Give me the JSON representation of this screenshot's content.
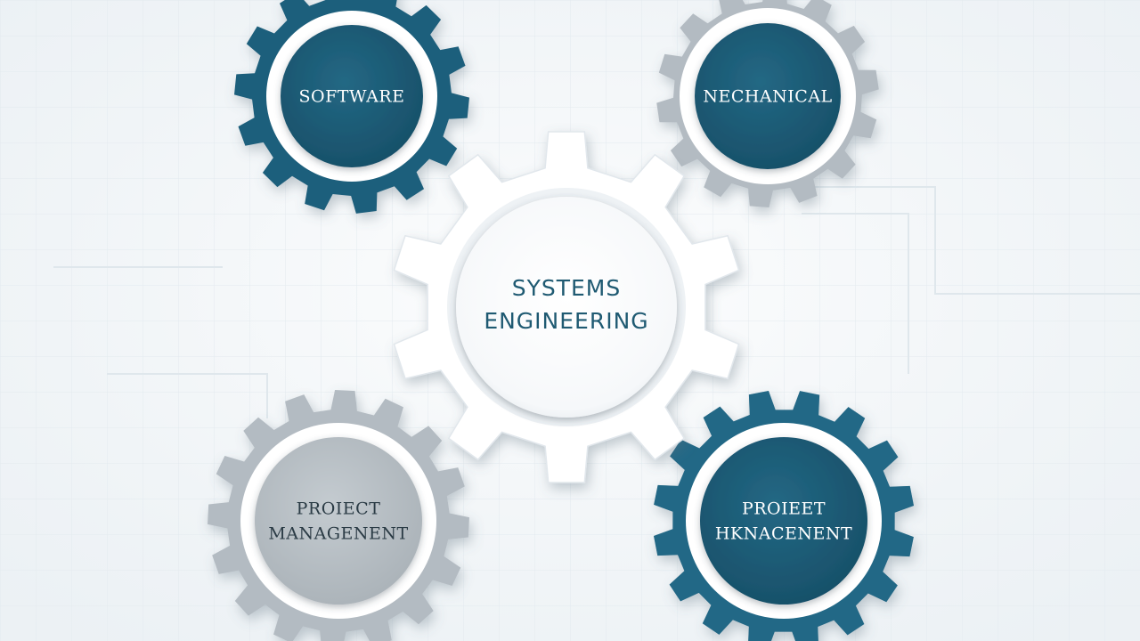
{
  "center_gear": {
    "line1": "SYSTEMS",
    "line2": "ENGINEERING",
    "color": "#ffffff",
    "text_color": "#1f5a72"
  },
  "gears": [
    {
      "id": "software",
      "lines": [
        "SOFTWARE"
      ],
      "style": "teal",
      "icon": "gear-icon"
    },
    {
      "id": "mechanical",
      "lines": [
        "NECHANICAL"
      ],
      "style": "teal-grey",
      "icon": "gear-icon"
    },
    {
      "id": "project-management-left",
      "lines": [
        "PROIECT",
        "MANAGENENT"
      ],
      "style": "grey",
      "icon": "gear-icon"
    },
    {
      "id": "project-management-right",
      "lines": [
        "PROIEET",
        "HKNACENENT"
      ],
      "style": "teal",
      "icon": "gear-icon"
    }
  ],
  "colors": {
    "teal": "#1d5f7c",
    "teal_light": "#2c7a9a",
    "grey": "#b3bbc2",
    "ring": "#ffffff",
    "background": "#f1f5f8"
  }
}
